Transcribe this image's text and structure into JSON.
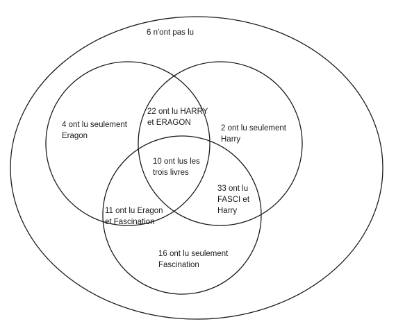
{
  "diagram": {
    "regions": {
      "none": {
        "lines": [
          "6  n'ont pas lu"
        ]
      },
      "only_eragon": {
        "lines": [
          "4 ont lu seulement",
          "Eragon"
        ]
      },
      "harry_eragon": {
        "lines": [
          "22 ont lu HARRY",
          "et ERAGON"
        ]
      },
      "only_harry": {
        "lines": [
          "2 ont lu seulement",
          "Harry"
        ]
      },
      "all_three": {
        "lines": [
          "10 ont lus les",
          "trois livres"
        ]
      },
      "fasci_harry": {
        "lines": [
          "33 ont lu",
          "FASCI et",
          "Harry"
        ]
      },
      "eragon_fascination": {
        "lines": [
          "11 ont lu Eragon",
          "et Fascination"
        ]
      },
      "only_fascination": {
        "lines": [
          "16 ont lu seulement",
          "Fascination"
        ]
      }
    }
  }
}
